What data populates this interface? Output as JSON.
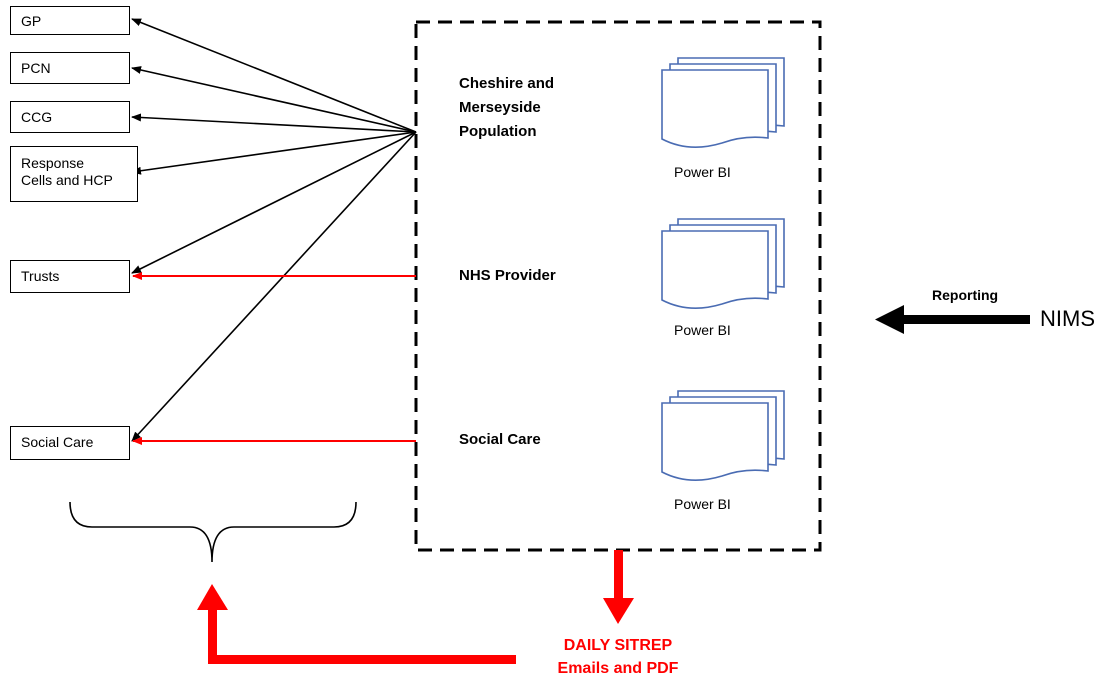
{
  "targets": [
    {
      "label": "GP"
    },
    {
      "label": "PCN"
    },
    {
      "label": "CCG"
    },
    {
      "label": "Response Cells and HCP"
    },
    {
      "label": "Trusts"
    },
    {
      "label": "Social Care"
    }
  ],
  "sections": [
    {
      "label": "Cheshire and Merseyside Population",
      "doc_label": "Power BI"
    },
    {
      "label": "NHS Provider",
      "doc_label": "Power BI"
    },
    {
      "label": "Social Care",
      "doc_label": "Power BI"
    }
  ],
  "output": {
    "line1": "DAILY SITREP",
    "line2": "Emails and PDF"
  },
  "input": {
    "source": "NIMS",
    "arrow_label": "Reporting"
  },
  "colors": {
    "red": "#ff0000",
    "doc_blue": "#4a6cb3",
    "black": "#000000"
  }
}
